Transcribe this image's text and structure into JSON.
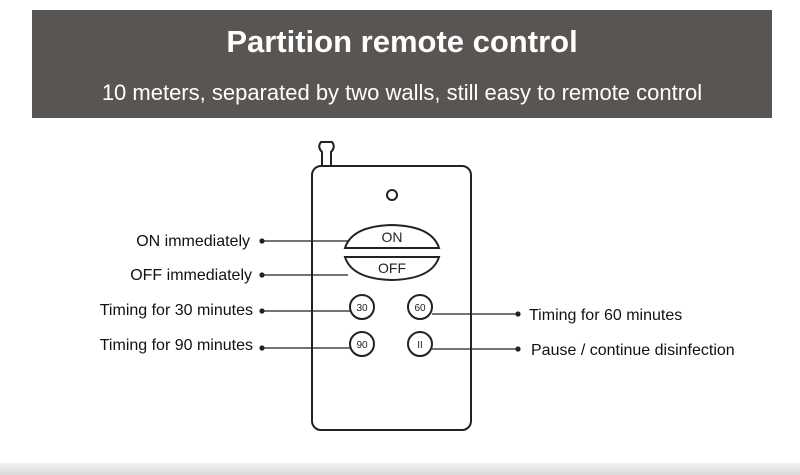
{
  "banner": {
    "title": "Partition remote control",
    "subtitle": "10 meters, separated by two walls, still easy to remote control"
  },
  "remote": {
    "buttons": {
      "on": "ON",
      "off": "OFF",
      "t30": "30",
      "t60": "60",
      "t90": "90",
      "pause": "II"
    }
  },
  "callouts": {
    "on_immediately": "ON immediately",
    "off_immediately": "OFF immediately",
    "timing_30": "Timing for 30 minutes",
    "timing_90": "Timing for 90 minutes",
    "timing_60": "Timing for 60 minutes",
    "pause_continue": "Pause / continue disinfection"
  },
  "colors": {
    "banner_bg": "#595553",
    "line": "#222222"
  }
}
